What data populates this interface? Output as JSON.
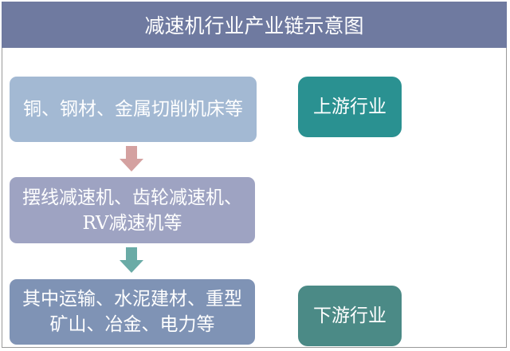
{
  "title": "减速机行业产业链示意图",
  "chain": [
    {
      "text": "铜、钢材、金属切削机床等",
      "color": "#a3b9d3"
    },
    {
      "text_lines": [
        "摆线减速机、齿轮减速机、",
        "RV减速机等"
      ],
      "color": "#9ea3c2"
    },
    {
      "text_lines": [
        "其中运输、水泥建材、重型",
        "矿山、冶金、电力等"
      ],
      "color": "#7f93b5"
    }
  ],
  "labels": {
    "upstream": "上游行业",
    "downstream": "下游行业"
  },
  "colors": {
    "header": "#6f7aa0",
    "upstream": "#2a9191",
    "downstream": "#4b8a86",
    "arrow1": "#d4a1a0",
    "arrow2": "#6aaba6"
  }
}
